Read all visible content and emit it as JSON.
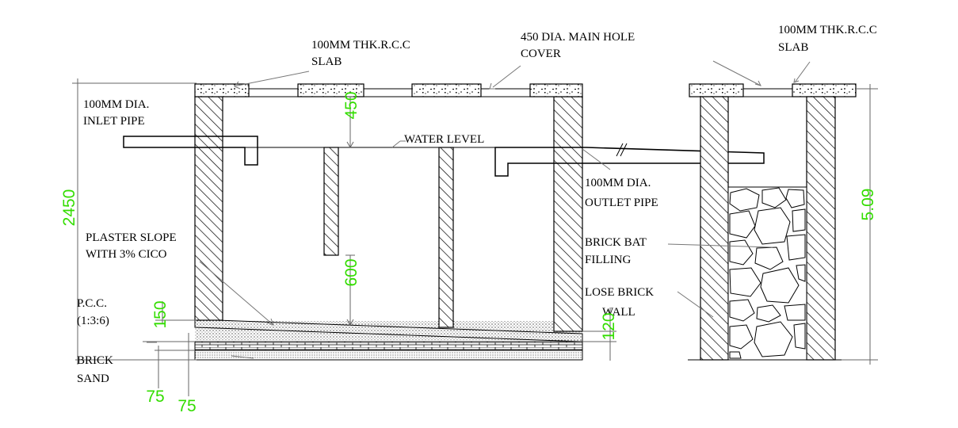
{
  "colors": {
    "dimension_text": "#33dd00",
    "line": "#000000",
    "leader": "#777777",
    "background": "#ffffff"
  },
  "labels": {
    "slab_left": [
      "100MM THK.R.C.C",
      "SLAB"
    ],
    "manhole": [
      "450 DIA.  MAIN HOLE",
      "COVER"
    ],
    "slab_right": [
      "100MM THK.R.C.C",
      "SLAB"
    ],
    "inlet": [
      "100MM DIA.",
      "INLET PIPE"
    ],
    "water_level": "WATER LEVEL",
    "outlet": [
      "100MM DIA.",
      "OUTLET PIPE"
    ],
    "plaster": [
      "PLASTER SLOPE",
      "WITH 3% CICO"
    ],
    "brick_bat": [
      "BRICK BAT",
      "FILLING"
    ],
    "pcc": [
      "P.C.C.",
      "(1:3:6)"
    ],
    "lose_brick": [
      "LOSE BRICK",
      "WALL"
    ],
    "brick_sand": [
      "BRICK",
      "SAND"
    ]
  },
  "dimensions": {
    "total_depth": "2450",
    "freeboard": "450",
    "baffle_gap": "600",
    "pcc_thickness": "150",
    "floor_step": "120",
    "brick_layer": "75",
    "sand_layer": "75",
    "soak_pit_depth": "5.09"
  }
}
